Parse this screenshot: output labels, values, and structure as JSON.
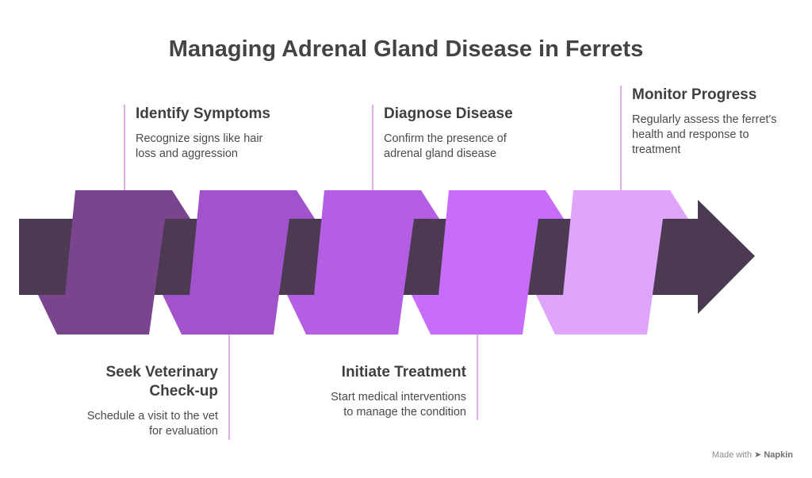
{
  "title": "Managing Adrenal Gland Disease in Ferrets",
  "steps": [
    {
      "title": "Identify Symptoms",
      "title2": "",
      "desc1": "Recognize signs like hair",
      "desc2": "loss and aggression",
      "color": "#7a448f"
    },
    {
      "title": "Seek Veterinary",
      "title2": "Check-up",
      "desc1": "Schedule a visit to the vet",
      "desc2": "for evaluation",
      "color": "#a253cc"
    },
    {
      "title": "Diagnose Disease",
      "title2": "",
      "desc1": "Confirm the presence of",
      "desc2": "adrenal gland disease",
      "color": "#b45ee3"
    },
    {
      "title": "Initiate Treatment",
      "title2": "",
      "desc1": "Start medical interventions",
      "desc2": "to manage the condition",
      "color": "#c76df9"
    },
    {
      "title": "Monitor Progress",
      "title2": "",
      "desc1": "Regularly assess the ferret's",
      "desc2": "health and response to",
      "desc3": "treatment",
      "color": "#dea5fb"
    }
  ],
  "colors": {
    "arrow": "#4b3a52",
    "connector": "#c77dd6",
    "title_text": "#444444"
  },
  "footer": {
    "prefix": "Made with",
    "brand": "Napkin",
    "icon": "napkin-logo-icon"
  }
}
